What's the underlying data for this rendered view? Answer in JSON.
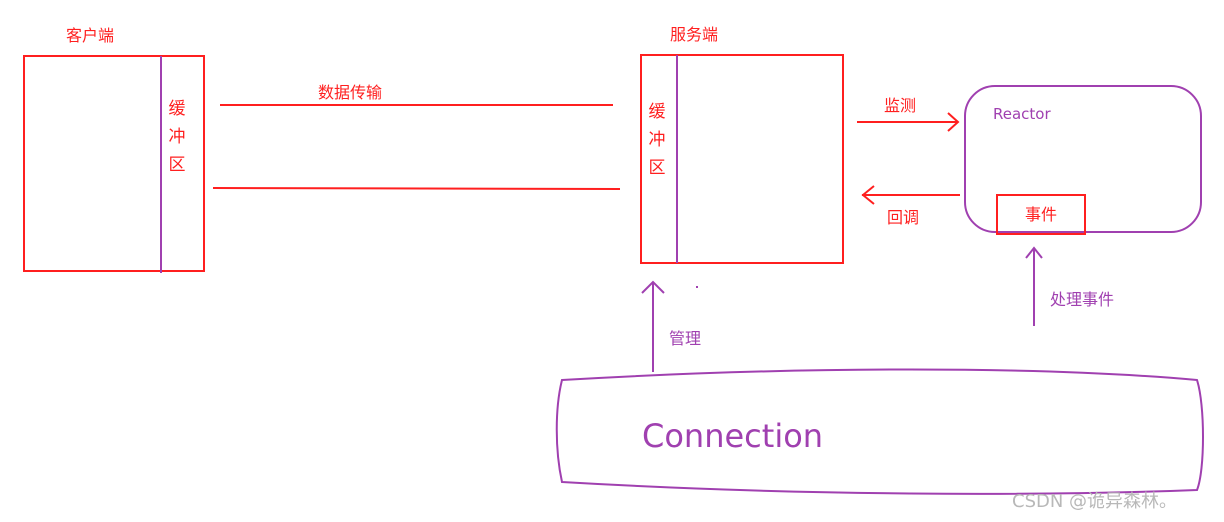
{
  "colors": {
    "red": "#ff1f1f",
    "purple": "#a040b0",
    "watermark": "#b8b8b8"
  },
  "client": {
    "title": "客户端",
    "buffer": "缓冲区"
  },
  "server": {
    "title": "服务端",
    "buffer": "缓冲区"
  },
  "transfer_label": "数据传输",
  "reactor": {
    "title": "Reactor",
    "event": "事件"
  },
  "monitor_label": "监测",
  "callback_label": "回调",
  "handle_event_label": "处理事件",
  "manage_label": "管理",
  "connection_label": "Connection",
  "watermark": "CSDN @诡异森林。"
}
